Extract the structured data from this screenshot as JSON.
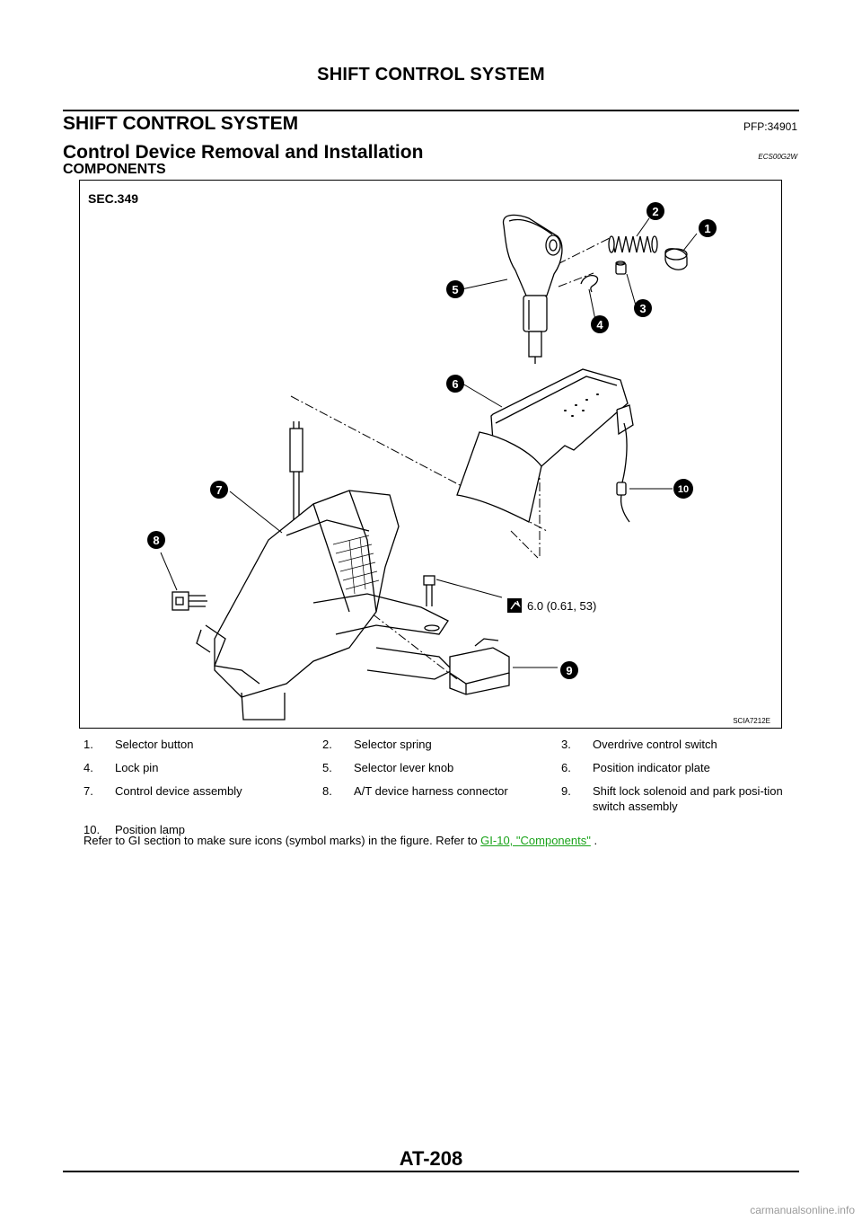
{
  "header": {
    "running_title": "SHIFT CONTROL SYSTEM"
  },
  "section": {
    "title": "SHIFT CONTROL SYSTEM",
    "pfp": "PFP:34901",
    "subtitle": "Control Device Removal and Installation",
    "doc_code": "ECS00G2W",
    "heading": "COMPONENTS"
  },
  "figure": {
    "sec": "SEC.349",
    "id": "SCIA7212E",
    "torque": "6.0 (0.61, 53)",
    "callouts": [
      "1",
      "2",
      "3",
      "4",
      "5",
      "6",
      "7",
      "8",
      "9",
      "10"
    ]
  },
  "legend": [
    {
      "num": "1.",
      "text": "Selector button"
    },
    {
      "num": "2.",
      "text": "Selector spring"
    },
    {
      "num": "3.",
      "text": "Overdrive control switch"
    },
    {
      "num": "4.",
      "text": "Lock pin"
    },
    {
      "num": "5.",
      "text": "Selector lever knob"
    },
    {
      "num": "6.",
      "text": "Position indicator plate"
    },
    {
      "num": "7.",
      "text": "Control device assembly"
    },
    {
      "num": "8.",
      "text": "A/T device harness connector"
    },
    {
      "num": "9.",
      "text": "Shift lock solenoid and park posi-tion switch assembly"
    },
    {
      "num": "10.",
      "text": "Position lamp"
    }
  ],
  "note": {
    "text": "Refer to GI section to make sure icons (symbol marks) in the figure. Refer to ",
    "link": "GI-10, \"Components\"",
    "end": " ."
  },
  "footer": {
    "page_number": "AT-208",
    "watermark": "carmanualsonline.info"
  }
}
